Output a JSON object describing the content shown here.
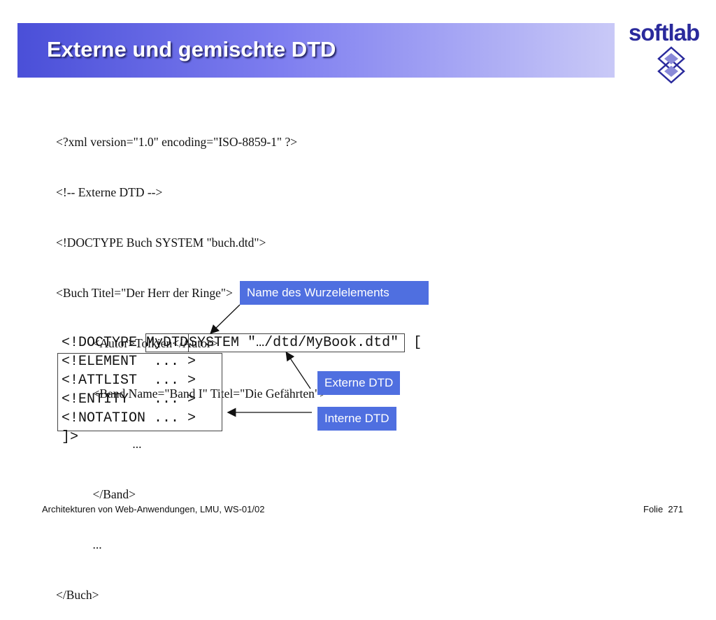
{
  "slide": {
    "title": "Externe und gemischte DTD"
  },
  "logo": {
    "text": "softlab",
    "color": "#2a2a9c",
    "icon": "cube-logo-icon"
  },
  "code_lines": [
    "<?xml version=\"1.0\" encoding=\"ISO-8859-1\" ?>",
    "<!-- Externe DTD -->",
    "<!DOCTYPE Buch SYSTEM \"buch.dtd\">",
    "<Buch Titel=\"Der Herr der Ringe\">",
    "            <Autor>Tolkien</Autor>",
    "            <Band Name=\"Band I\" Titel=\"Die Gefährten\">",
    "                         ...",
    "            </Band>",
    "            ...",
    "</Buch>"
  ],
  "callouts": {
    "root_element": "Name des Wurzelelements",
    "external_dtd": "Externe DTD",
    "internal_dtd": "Interne DTD",
    "color": "#4f6fe0"
  },
  "dtd_example": {
    "doctype_prefix": "<!DOCTYPE ",
    "root_name": "MyDTD",
    "system_part": "SYSTEM \"…/dtd/MyBook.dtd\"",
    "bracket_open": " [",
    "internal_lines": [
      "<!ELEMENT  ... >",
      "<!ATTLIST  ... >",
      "<!ENTITY   ... >",
      "<!NOTATION ... >"
    ],
    "closing": "]>"
  },
  "footer": {
    "course": "Architekturen von Web-Anwendungen, LMU, WS-01/02",
    "slide_label": "Folie",
    "slide_number": "271"
  }
}
